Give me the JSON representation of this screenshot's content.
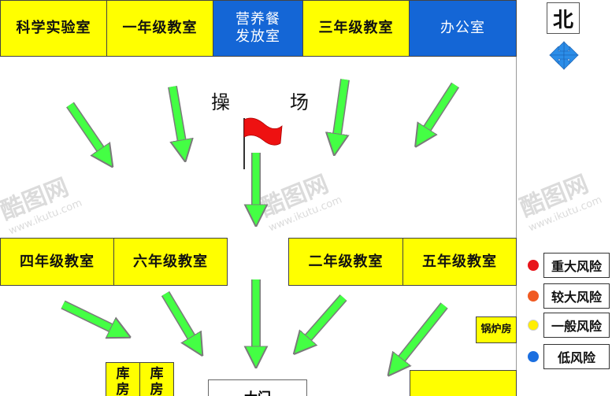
{
  "top_rooms": [
    {
      "label": "科学实验室",
      "color": "yellow"
    },
    {
      "label": "一年级教室",
      "color": "yellow"
    },
    {
      "label": "营养餐\n发放室",
      "color": "blue"
    },
    {
      "label": "三年级教室",
      "color": "yellow"
    },
    {
      "label": "办公室",
      "color": "blue"
    }
  ],
  "middle_rooms": {
    "left": [
      "四年级教室",
      "六年级教室"
    ],
    "right": [
      "二年级教室",
      "五年级教室"
    ]
  },
  "boiler_room": "锅炉房",
  "bottom_small": [
    "库房",
    "库房"
  ],
  "playground": {
    "char1": "操",
    "char2": "场"
  },
  "gate": "大门",
  "north": "北",
  "legend": [
    {
      "label": "重大风险",
      "color": "#e8141b"
    },
    {
      "label": "较大风险",
      "color": "#f05a22"
    },
    {
      "label": "一般风险",
      "color": "#ffee00"
    },
    {
      "label": "低风险",
      "color": "#1b6fe0"
    }
  ],
  "watermarks": [
    {
      "big": "酷图网",
      "small": "www.ikutu.com"
    },
    {
      "big": "酷图网",
      "small": "www.ikutu.com"
    },
    {
      "big": "酷图网",
      "small": "www.ikutu.com"
    }
  ],
  "colors": {
    "arrow": "#44ff44",
    "arrow_stroke": "#7a7a7a",
    "flag": "#ee1111",
    "compass": "#2b8de8"
  },
  "icons": {
    "flag": "flag-icon",
    "compass": "compass-arrows-icon"
  }
}
